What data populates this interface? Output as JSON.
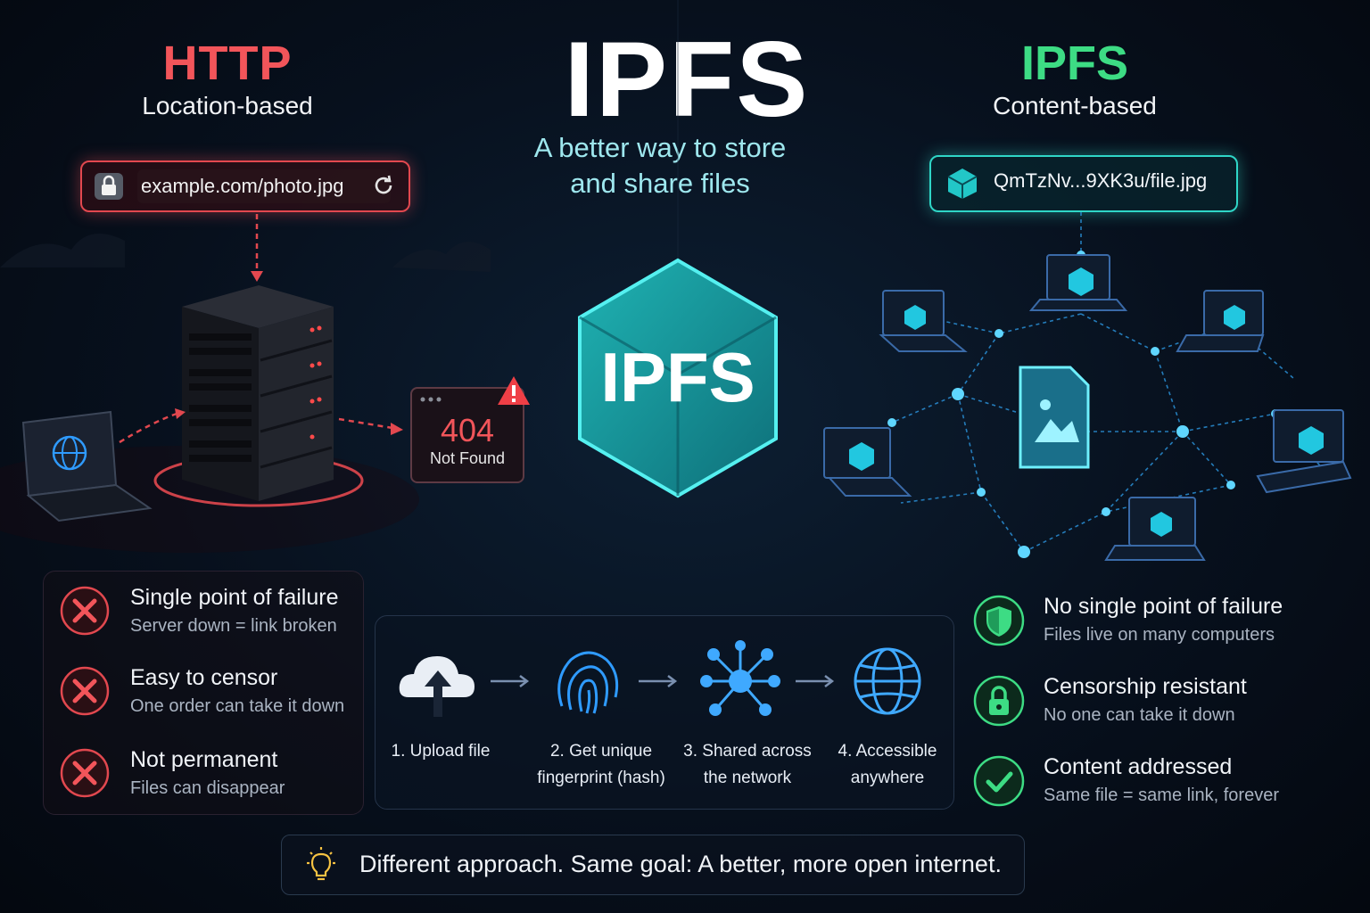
{
  "header": {
    "http_title": "HTTP",
    "http_subtitle": "Location-based",
    "main_title": "IPFS",
    "tagline_line1": "A better way to store",
    "tagline_line2": "and share files",
    "ipfs_title": "IPFS",
    "ipfs_subtitle": "Content-based"
  },
  "http_side": {
    "url": "example.com/photo.jpg",
    "error_code": "404",
    "error_text": "Not Found",
    "cons": [
      {
        "title": "Single point of failure",
        "desc": "Server down = link broken"
      },
      {
        "title": "Easy to censor",
        "desc": "One order can take it down"
      },
      {
        "title": "Not permanent",
        "desc": "Files can disappear"
      }
    ]
  },
  "center": {
    "cube_label": "IPFS",
    "steps": [
      {
        "line1": "1. Upload file",
        "line2": "",
        "icon": "cloud-upload-icon"
      },
      {
        "line1": "2. Get unique",
        "line2": "fingerprint (hash)",
        "icon": "fingerprint-icon"
      },
      {
        "line1": "3. Shared across",
        "line2": "the network",
        "icon": "network-icon"
      },
      {
        "line1": "4. Accessible",
        "line2": "anywhere",
        "icon": "globe-icon"
      }
    ]
  },
  "ipfs_side": {
    "hash_url": "QmTzNv...9XK3u/file.jpg",
    "pros": [
      {
        "title": "No single point of failure",
        "desc": "Files live on many computers"
      },
      {
        "title": "Censorship resistant",
        "desc": "No one can take it down"
      },
      {
        "title": "Content addressed",
        "desc": "Same file = same link, forever"
      }
    ]
  },
  "footer": {
    "text": "Different approach. Same goal: A better, more open internet."
  },
  "colors": {
    "http_red": "#f2555a",
    "ipfs_green": "#3ddc84",
    "teal": "#2fd6c7",
    "network_blue": "#37b6ff"
  }
}
